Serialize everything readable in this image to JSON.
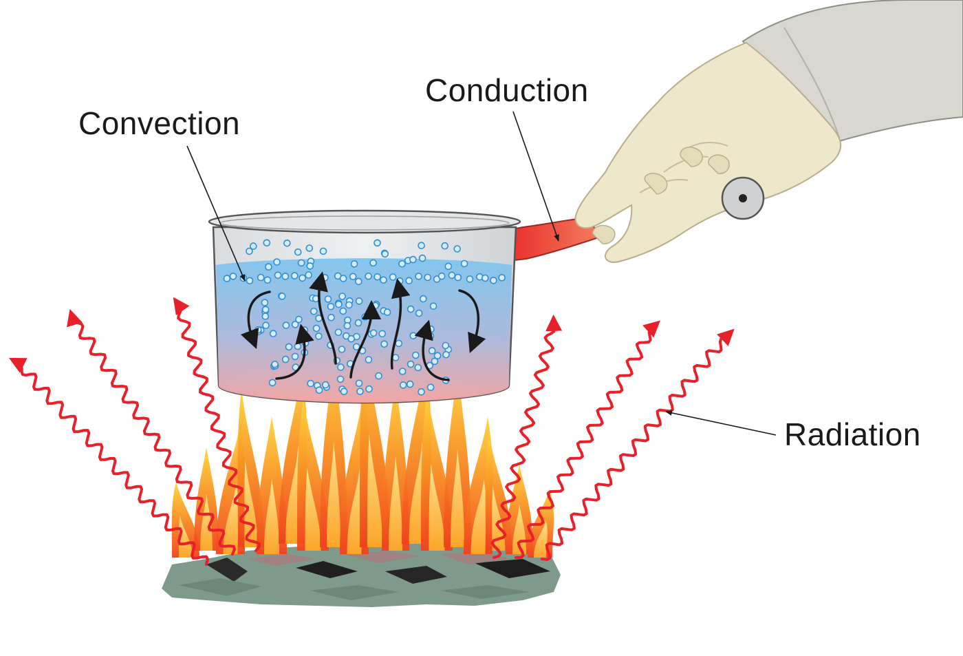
{
  "labels": {
    "convection": "Convection",
    "conduction": "Conduction",
    "radiation": "Radiation"
  },
  "colors": {
    "radiation_wave": "#e8202a",
    "water_top": "#7fc4ee",
    "water_bottom": "#f2a0a0",
    "bubble_stroke": "#2f8fd6",
    "handle_hot": "#ef3b35",
    "sleeve": "#d8d8d0",
    "hand": "#efe7c9",
    "coals": "#7e9a8a",
    "flame_outer": "#f5651e",
    "flame_inner": "#ffd23a"
  },
  "icons": [
    "flame-icon",
    "convection-arrow-icon",
    "radiation-wave-icon",
    "hand-icon"
  ]
}
